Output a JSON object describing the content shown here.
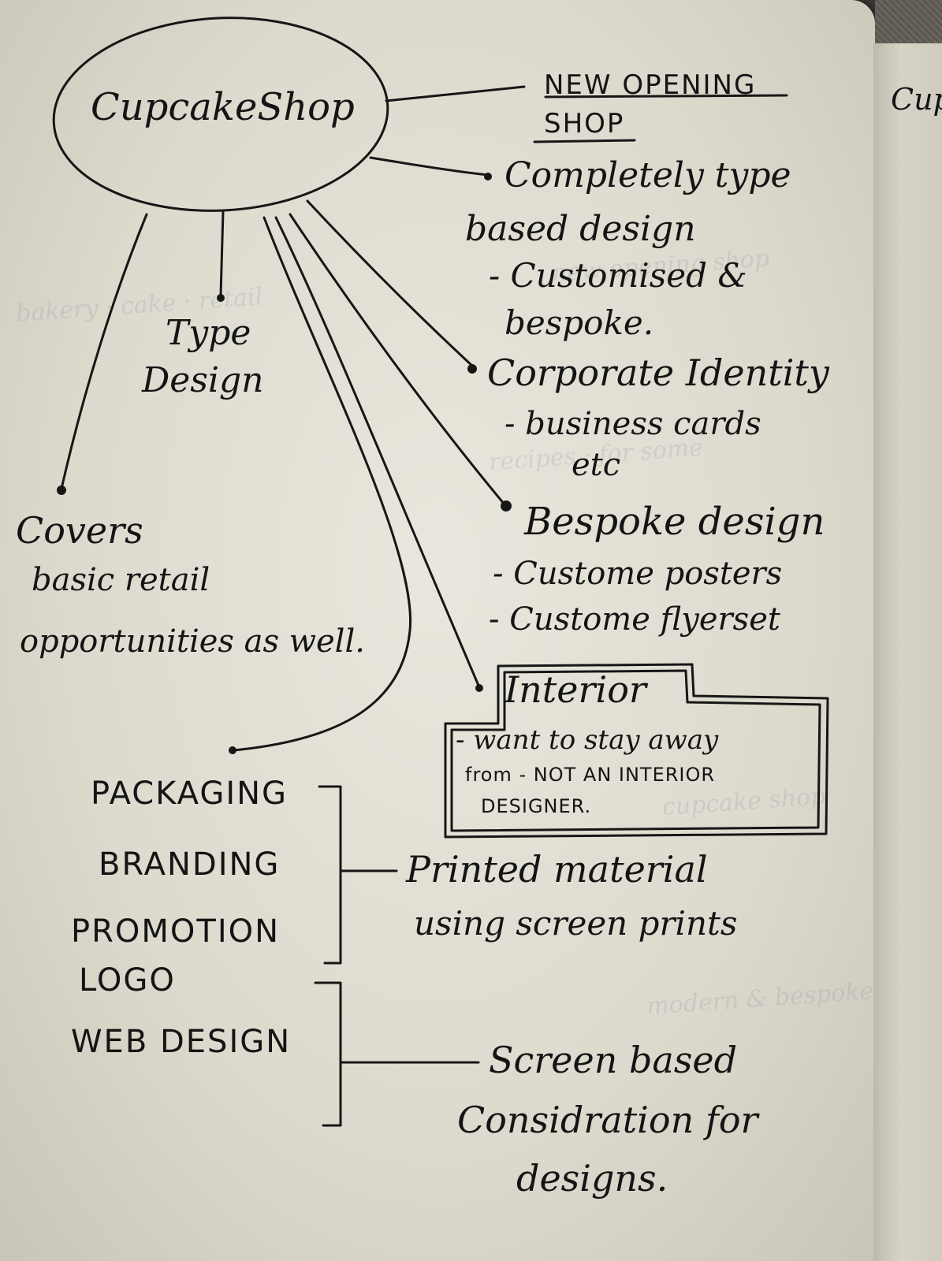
{
  "sketch": {
    "center": "CupcakeShop",
    "top_right": "NEW OPENING SHOP",
    "type_based": [
      "Completely type",
      "based design",
      "- Customised &",
      "bespoke."
    ],
    "type_design": [
      "Type",
      "Design"
    ],
    "covers": [
      "Covers",
      "basic retail",
      "opportunities as well."
    ],
    "corporate": [
      "Corporate Identity",
      "- business cards",
      "etc"
    ],
    "bespoke": [
      "Bespoke design",
      "- Custome posters",
      "- Custome flyerset"
    ],
    "interior": {
      "title": "Interior",
      "lines": [
        "- want to stay away",
        "from - NOT AN INTERIOR",
        "DESIGNER."
      ]
    },
    "print_group": [
      "PACKAGING",
      "BRANDING",
      "PROMOTION"
    ],
    "print_note": [
      "Printed material",
      "using screen prints"
    ],
    "screen_group": [
      "LOGO",
      "WEB DESIGN"
    ],
    "screen_note": [
      "Screen based",
      "Considration for",
      "designs."
    ],
    "next_page_fragment": "Cup"
  }
}
